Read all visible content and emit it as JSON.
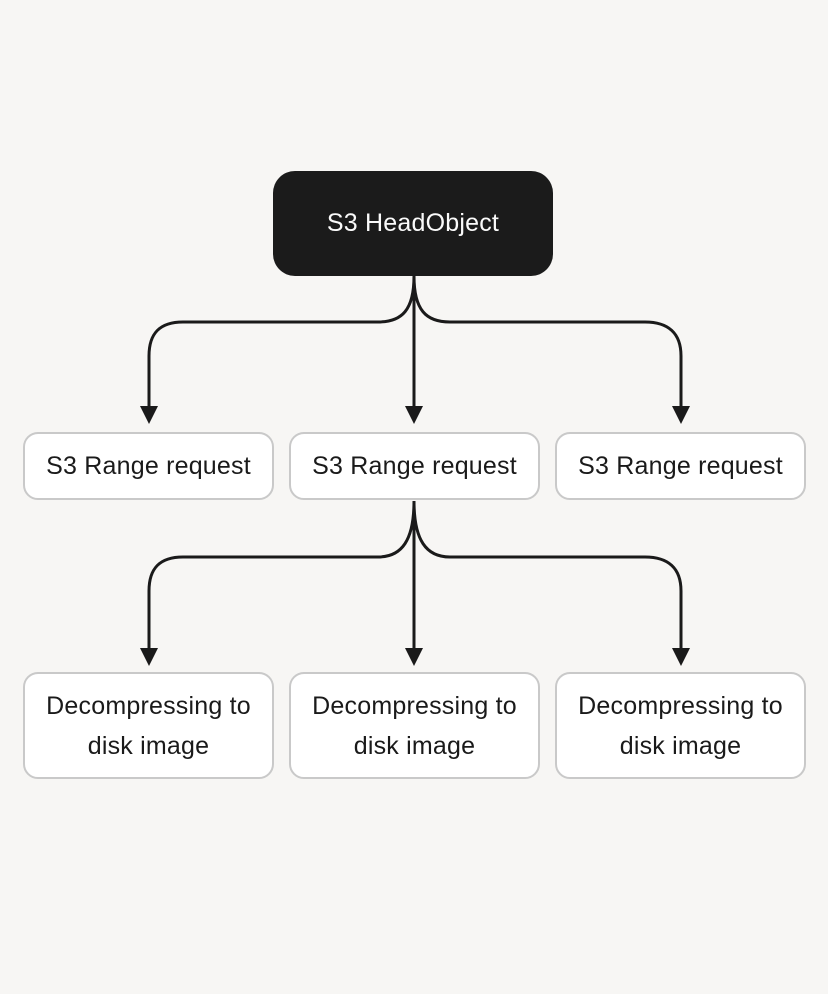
{
  "colors": {
    "page-bg": "#f7f6f4",
    "node-dark-bg": "#1b1b1b",
    "node-dark-text": "#fafafa",
    "node-light-bg": "#ffffff",
    "node-border": "#c9c9c9",
    "node-text": "#1a1a1a",
    "line": "#1a1a1a"
  },
  "diagram": {
    "type": "flowchart",
    "direction": "top-down",
    "edges": [
      {
        "from": "root",
        "to": "level1.0"
      },
      {
        "from": "root",
        "to": "level1.1"
      },
      {
        "from": "root",
        "to": "level1.2"
      },
      {
        "from": "level1.1",
        "to": "level2.0"
      },
      {
        "from": "level1.1",
        "to": "level2.1"
      },
      {
        "from": "level1.1",
        "to": "level2.2"
      }
    ]
  },
  "nodes": {
    "root": {
      "label": "S3 HeadObject"
    },
    "level1": [
      {
        "label": "S3 Range request"
      },
      {
        "label": "S3 Range request"
      },
      {
        "label": "S3 Range request"
      }
    ],
    "level2": [
      {
        "label": "Decompressing to disk image"
      },
      {
        "label": "Decompressing to disk image"
      },
      {
        "label": "Decompressing to disk image"
      }
    ]
  }
}
